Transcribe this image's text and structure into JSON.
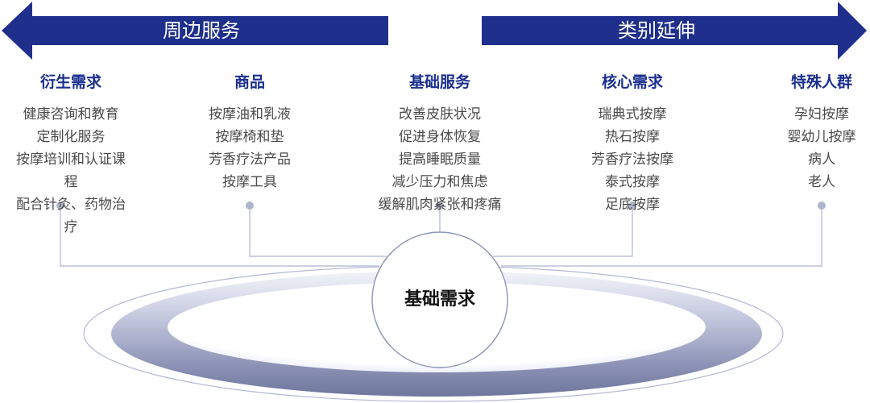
{
  "arrows": {
    "left_label": "周边服务",
    "right_label": "类别延伸"
  },
  "columns": [
    {
      "title": "衍生需求",
      "items": [
        "健康咨询和教育",
        "定制化服务",
        "按摩培训和认证课",
        "程",
        "配合针灸、药物治",
        "疗"
      ]
    },
    {
      "title": "商品",
      "items": [
        "按摩油和乳液",
        "按摩椅和垫",
        "芳香疗法产品",
        "按摩工具"
      ]
    },
    {
      "title": "基础服务",
      "items": [
        "改善皮肤状况",
        "促进身体恢复",
        "提高睡眠质量",
        "减少压力和焦虑",
        "缓解肌肉紧张和疼痛"
      ]
    },
    {
      "title": "核心需求",
      "items": [
        "瑞典式按摩",
        "热石按摩",
        "芳香疗法按摩",
        "泰式按摩",
        "足底按摩"
      ]
    },
    {
      "title": "特殊人群",
      "items": [
        "孕妇按摩",
        "婴幼儿按摩",
        "病人",
        "老人"
      ]
    }
  ],
  "center": {
    "label": "基础需求"
  },
  "colors": {
    "arrow_fill": "#1f2f8c",
    "title_color": "#1a2f8f",
    "line_color": "#b9bfd9",
    "dot_color": "#b0b6c9",
    "ring_outer": "#8e96b8",
    "ring_inner": "#c9cde0"
  }
}
